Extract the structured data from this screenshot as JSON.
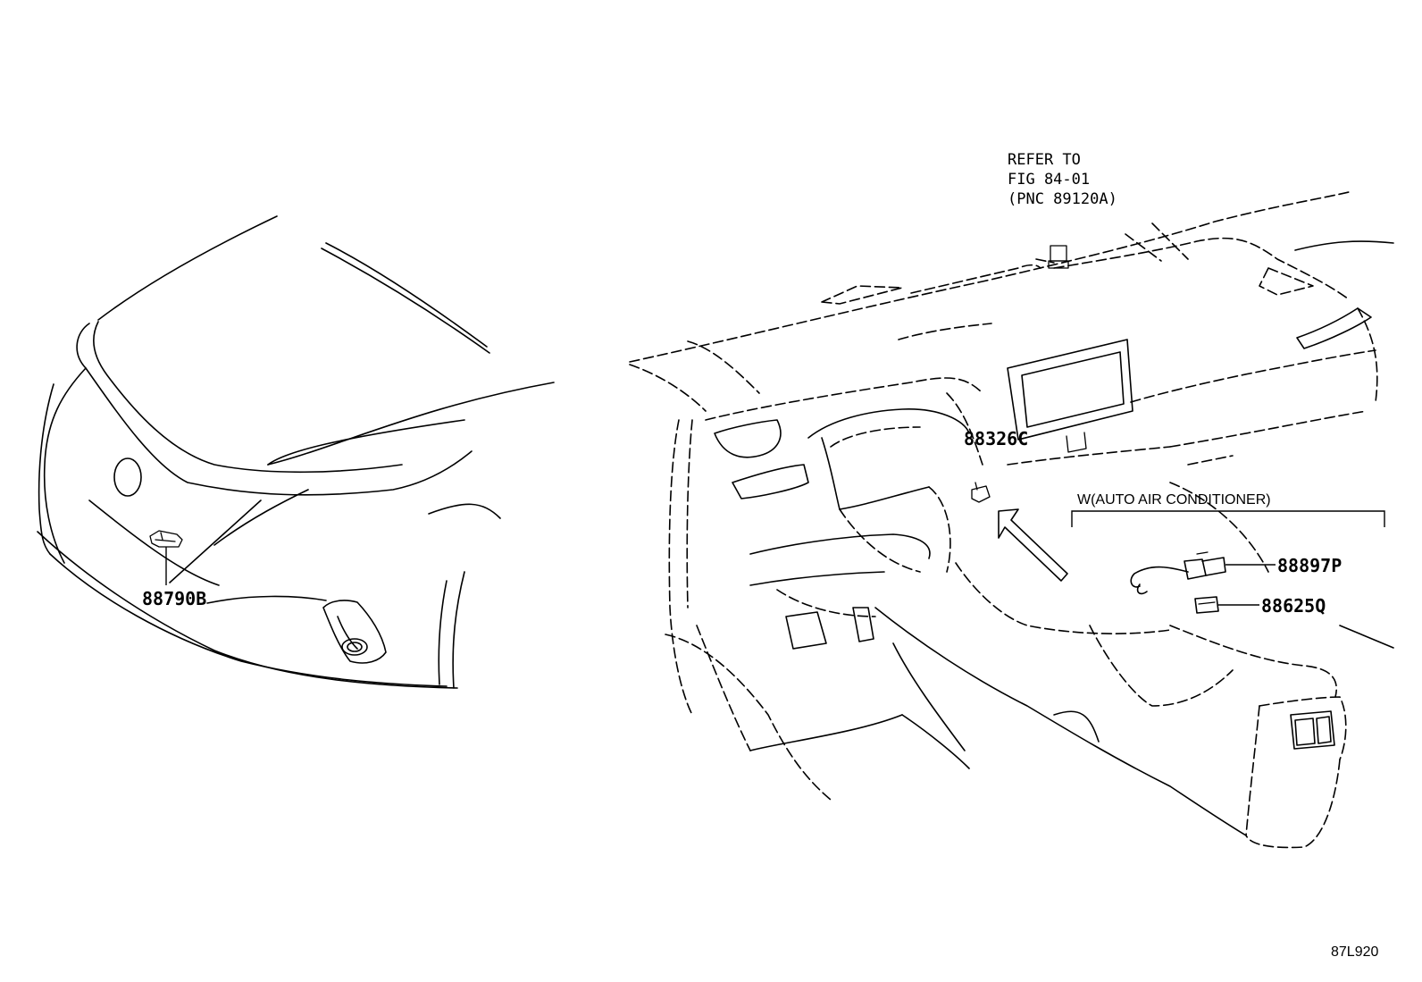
{
  "reference_note": {
    "line1": "REFER TO",
    "line2": "FIG 84-01",
    "line3": "(PNC 89120A)"
  },
  "part_labels": {
    "p88790B": "88790B",
    "p88326C": "88326C",
    "p88897P": "88897P",
    "p88625Q": "88625Q"
  },
  "variant_note": "W(AUTO AIR CONDITIONER)",
  "figure_code": "87L920"
}
